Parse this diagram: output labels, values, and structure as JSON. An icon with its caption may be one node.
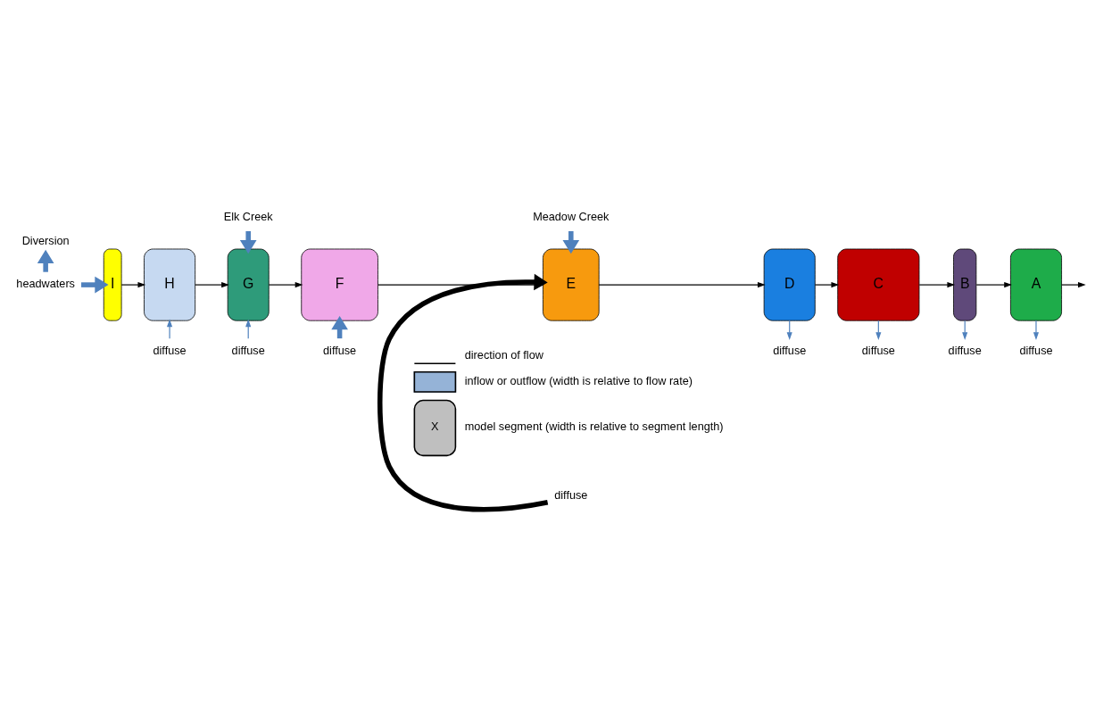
{
  "diagram": {
    "nodes": [
      {
        "text": [
          "headwaters"
        ]
      },
      {
        "text": [
          "Diversion"
        ]
      },
      {
        "text": [
          "Elk Creek"
        ]
      },
      {
        "text": [
          "Meadow Creek"
        ]
      },
      {
        "text": [
          "I"
        ]
      },
      {
        "text": [
          "H"
        ]
      },
      {
        "text": [
          "G"
        ]
      },
      {
        "text": [
          "F"
        ]
      },
      {
        "text": [
          "E"
        ]
      },
      {
        "text": [
          "D"
        ]
      },
      {
        "text": [
          "C"
        ]
      },
      {
        "text": [
          "B"
        ]
      },
      {
        "text": [
          "A"
        ]
      },
      {
        "text": [
          "diffuse"
        ]
      },
      {
        "text": [
          "diffuse"
        ]
      },
      {
        "text": [
          "diffuse"
        ]
      },
      {
        "text": [
          "diffuse"
        ]
      },
      {
        "text": [
          "diffuse"
        ]
      },
      {
        "text": [
          "diffuse"
        ]
      },
      {
        "text": [
          "diffuse"
        ]
      },
      {
        "text": [
          "diffuse"
        ]
      }
    ],
    "edges": [
      {
        "from": 0,
        "to": 4,
        "arrow": "to",
        "style": "thick",
        "color": "#4f81bd"
      },
      {
        "from": 0,
        "to": 1,
        "arrow": "to",
        "style": "thick",
        "color": "#4f81bd"
      },
      {
        "from": 2,
        "to": 6,
        "arrow": "to",
        "style": "thick",
        "color": "#4f81bd"
      },
      {
        "from": 3,
        "to": 8,
        "arrow": "to",
        "style": "thick",
        "color": "#4f81bd"
      },
      {
        "from": 4,
        "to": 5,
        "arrow": "to",
        "color": "#000000"
      },
      {
        "from": 5,
        "to": 6,
        "arrow": "to",
        "color": "#000000"
      },
      {
        "from": 6,
        "to": 7,
        "arrow": "to",
        "color": "#000000"
      },
      {
        "from": 7,
        "to": 8,
        "arrow": "to",
        "color": "#000000"
      },
      {
        "from": 8,
        "to": 9,
        "arrow": "to",
        "color": "#000000"
      },
      {
        "from": 9,
        "to": 10,
        "arrow": "to",
        "color": "#000000"
      },
      {
        "from": 10,
        "to": 11,
        "arrow": "to",
        "color": "#000000"
      },
      {
        "from": 11,
        "to": 12,
        "arrow": "to",
        "color": "#000000"
      },
      {
        "from": 12,
        "to": null,
        "arrow": "to",
        "color": "#000000"
      },
      {
        "from": 13,
        "to": 5,
        "arrow": "to",
        "color": "#4f81bd"
      },
      {
        "from": 14,
        "to": 6,
        "arrow": "to",
        "color": "#4f81bd"
      },
      {
        "from": 15,
        "to": 7,
        "arrow": "to",
        "style": "thick",
        "color": "#4f81bd"
      },
      {
        "from": 16,
        "to": 8,
        "arrow": "to",
        "style": "thick",
        "color": "#000000"
      },
      {
        "from": 9,
        "to": 17,
        "arrow": "to",
        "color": "#4f81bd"
      },
      {
        "from": 10,
        "to": 18,
        "arrow": "to",
        "color": "#4f81bd"
      },
      {
        "from": 11,
        "to": 19,
        "arrow": "to",
        "color": "#4f81bd"
      },
      {
        "from": 12,
        "to": 20,
        "arrow": "to",
        "color": "#4f81bd"
      }
    ],
    "labels": [
      "X"
    ],
    "legend": [
      {
        "text": "direction of flow"
      },
      {
        "text": "inflow or outflow (width is relative to flow rate)"
      },
      {
        "text": "model segment (width is relative to segment length)"
      }
    ]
  }
}
